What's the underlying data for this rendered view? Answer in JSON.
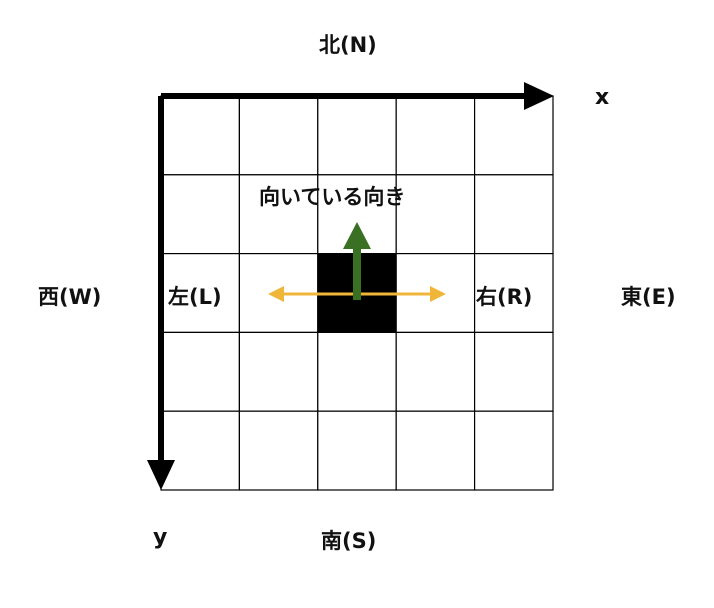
{
  "labels": {
    "north": "北(N)",
    "south": "南(S)",
    "west": "西(W)",
    "east": "東(E)",
    "left": "左(L)",
    "right": "右(R)",
    "facing": "向いている向き",
    "x_axis": "x",
    "y_axis": "y"
  },
  "grid": {
    "rows": 5,
    "cols": 5,
    "agent_cell": {
      "row": 2,
      "col": 2
    }
  },
  "colors": {
    "agent": "#000000",
    "facing_arrow": "#3a7023",
    "lr_arrow": "#f0b63a",
    "axis": "#000000"
  },
  "icons": {
    "facing_arrow": "arrow-up-icon",
    "lr_arrow": "double-arrow-horizontal-icon"
  }
}
